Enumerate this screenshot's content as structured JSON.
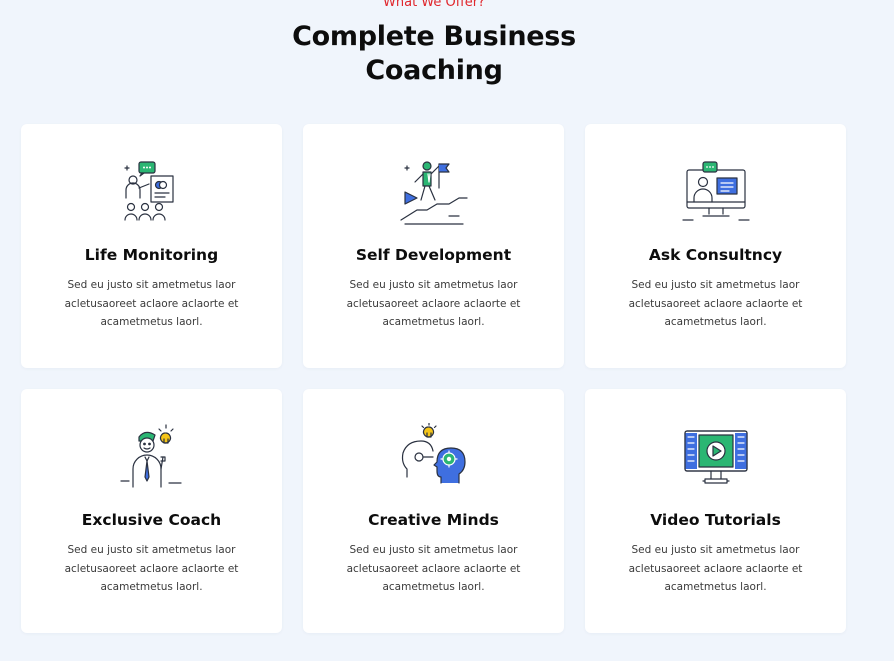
{
  "header": {
    "eyebrow": "What We Offer?",
    "title_line1": "Complete Business",
    "title_line2": "Coaching"
  },
  "colors": {
    "accent": "#e0262c",
    "background": "#f0f5fc",
    "icon_blue": "#3f6fe0",
    "icon_green": "#2bb673",
    "icon_yellow": "#f5c518",
    "icon_stroke": "#2a3140"
  },
  "cards": [
    {
      "icon": "presentation-audience-icon",
      "title": "Life Monitoring",
      "description": "Sed eu justo sit ametmetus laor acletusaoreet aclaore aclaorte et acametmetus laorl."
    },
    {
      "icon": "climbing-flag-icon",
      "title": "Self Development",
      "description": "Sed eu justo sit ametmetus laor acletusaoreet aclaore aclaorte et acametmetus laorl."
    },
    {
      "icon": "online-consultant-icon",
      "title": "Ask Consultncy",
      "description": "Sed eu justo sit ametmetus laor acletusaoreet aclaore aclaorte et acametmetus laorl."
    },
    {
      "icon": "coach-idea-icon",
      "title": "Exclusive Coach",
      "description": "Sed eu justo sit ametmetus laor acletusaoreet aclaore aclaorte et acametmetus laorl."
    },
    {
      "icon": "creative-mind-icon",
      "title": "Creative Minds",
      "description": "Sed eu justo sit ametmetus laor acletusaoreet aclaore aclaorte et acametmetus laorl."
    },
    {
      "icon": "video-tutorial-icon",
      "title": "Video Tutorials",
      "description": "Sed eu justo sit ametmetus laor acletusaoreet aclaore aclaorte et acametmetus laorl."
    }
  ]
}
